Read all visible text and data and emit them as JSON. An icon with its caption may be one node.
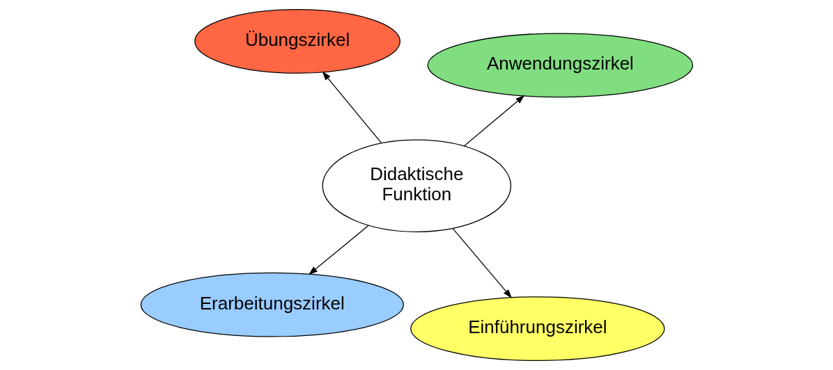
{
  "diagram": {
    "nodes": [
      {
        "text": [
          "Erarbeitungszirkel"
        ]
      },
      {
        "text": [
          "Einführungszirkel"
        ]
      },
      {
        "text": [
          "Didaktische Funktion"
        ]
      },
      {
        "text": [
          "Übungszirkel"
        ]
      },
      {
        "text": [
          "Anwendungszirkel"
        ]
      }
    ],
    "edges": [
      {
        "from": 2,
        "to": 0,
        "arrow": "to"
      },
      {
        "from": 2,
        "to": 1,
        "arrow": "to"
      },
      {
        "from": 2,
        "to": 3,
        "arrow": "to"
      },
      {
        "from": 2,
        "to": 4,
        "arrow": "to"
      }
    ]
  }
}
